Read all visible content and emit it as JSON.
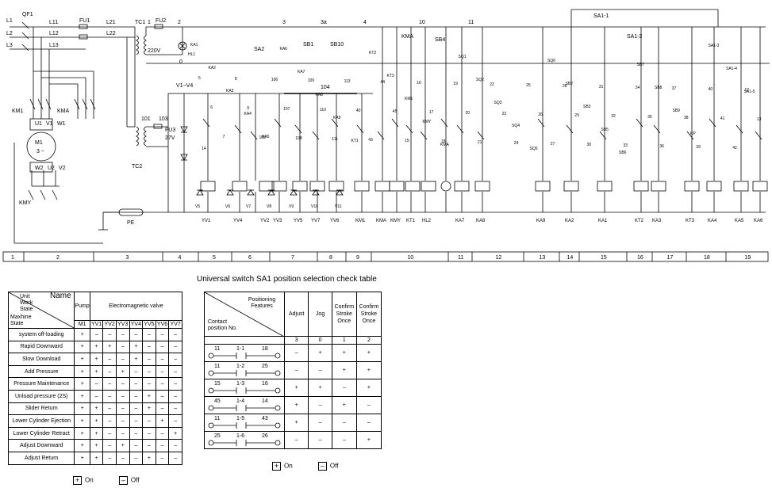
{
  "diagram": {
    "top_wires": [
      "L1",
      "L2",
      "L3",
      "QF1",
      "L11",
      "L12",
      "L13",
      "FU1",
      "L21",
      "L22",
      "TC1",
      "FU2",
      "1",
      "2",
      "HL1",
      "0",
      "220V",
      "3",
      "3a",
      "4",
      "10",
      "11",
      "SA2",
      "SB1",
      "SB10",
      "SB4",
      "KMA",
      "SA1-1",
      "SA1-2"
    ],
    "motor": {
      "label": "M1",
      "sub": "3 ~",
      "terminals": [
        "U1",
        "V1",
        "W1",
        "U2",
        "V2",
        "W2"
      ],
      "contactors": [
        "KM1",
        "KMA",
        "KMY"
      ]
    },
    "transformer2": {
      "labels": [
        "TC2",
        "101",
        "103",
        "FU3",
        "27V",
        "V1~V4",
        "104"
      ]
    },
    "contact_labels": [
      "KA1",
      "KA2",
      "KA3",
      "KA4",
      "KA5",
      "KA6",
      "KA7",
      "KA8",
      "KA9",
      "KT1",
      "KT2",
      "KT3",
      "KM1",
      "KMY",
      "KMA",
      "SQ1",
      "SQ2",
      "SQ3",
      "SQ4",
      "SQ5",
      "SQ6",
      "SB2",
      "SB3",
      "SB5",
      "SB6",
      "SB7",
      "SB8",
      "SB9",
      "KP",
      "SA1-3",
      "SA1-4",
      "SA1-5"
    ],
    "wire_numbers": [
      "5",
      "6",
      "7",
      "8",
      "9",
      "105",
      "106",
      "107",
      "108",
      "109",
      "110",
      "111",
      "113",
      "40",
      "43",
      "44",
      "45",
      "15",
      "16",
      "17",
      "18",
      "19",
      "20",
      "21",
      "22",
      "23",
      "24",
      "25",
      "26",
      "27",
      "28",
      "29",
      "30",
      "31",
      "32",
      "33",
      "34",
      "35",
      "36",
      "37",
      "38",
      "39",
      "40",
      "41",
      "42",
      "12",
      "13",
      "14"
    ],
    "diodes": [
      "V5",
      "V6",
      "V7",
      "V8",
      "V9",
      "V10",
      "V11"
    ],
    "bottom_coils": [
      "YV1",
      "YV4",
      "YV2",
      "YV3",
      "YV5",
      "YV7",
      "YV6",
      "KM1",
      "KMA",
      "KMY",
      "KT1",
      "HL2",
      "KA7",
      "KA8",
      "KA9",
      "KA2",
      "KA1",
      "KT2",
      "KA3",
      "KT3",
      "KA4",
      "KA5",
      "KA6"
    ],
    "pe_label": "PE",
    "columns": [
      "1",
      "2",
      "3",
      "4",
      "5",
      "6",
      "7",
      "8",
      "9",
      "10",
      "11",
      "12",
      "13",
      "14",
      "15",
      "16",
      "17",
      "18",
      "19"
    ]
  },
  "left_table": {
    "corner_unit": "Unit",
    "corner_work": "Work",
    "corner_state": "State",
    "corner_name": "Name",
    "corner_machine": "Maxhine",
    "corner_state2": "State",
    "pump_header": "Pump",
    "valve_header": "Electromagnetic valve",
    "sub_headers": [
      "M1",
      "YV1",
      "YV2",
      "YV3",
      "YV4",
      "YV5",
      "YV6",
      "YV7"
    ],
    "rows": [
      {
        "name": "system off-loading",
        "vals": [
          "+",
          "–",
          "–",
          "–",
          "–",
          "–",
          "–",
          "–"
        ]
      },
      {
        "name": "Rapid Downward",
        "vals": [
          "+",
          "+",
          "+",
          "–",
          "+",
          "–",
          "–",
          "–"
        ]
      },
      {
        "name": "Slow Download",
        "vals": [
          "+",
          "+",
          "–",
          "–",
          "+",
          "–",
          "–",
          "–"
        ]
      },
      {
        "name": "Add Pressure",
        "vals": [
          "+",
          "+",
          "–",
          "+",
          "–",
          "–",
          "–",
          "–"
        ]
      },
      {
        "name": "Pressure Maintenance",
        "vals": [
          "+",
          "–",
          "–",
          "–",
          "–",
          "–",
          "–",
          "–"
        ]
      },
      {
        "name": "Unload pressure (2S)",
        "vals": [
          "+",
          "–",
          "–",
          "–",
          "–",
          "+",
          "–",
          "–"
        ]
      },
      {
        "name": "Slider Return",
        "vals": [
          "+",
          "+",
          "–",
          "–",
          "–",
          "+",
          "–",
          "–"
        ]
      },
      {
        "name": "Lower Cylinder Ejection",
        "vals": [
          "+",
          "+",
          "–",
          "–",
          "–",
          "–",
          "+",
          "–"
        ]
      },
      {
        "name": "Lower Cylinder Retract",
        "vals": [
          "+",
          "+",
          "–",
          "–",
          "–",
          "–",
          "–",
          "+"
        ]
      },
      {
        "name": "Adjust Downward",
        "vals": [
          "+",
          "+",
          "–",
          "+",
          "–",
          "–",
          "–",
          "–"
        ]
      },
      {
        "name": "Adjust Return",
        "vals": [
          "+",
          "+",
          "–",
          "–",
          "–",
          "+",
          "–",
          "–"
        ]
      }
    ],
    "legend_on": "On",
    "legend_off": "Off"
  },
  "right_table": {
    "title": "Universal switch SA1 position selection check table",
    "corner_top": "Positioning Features",
    "corner_bottom": "Contact position No.",
    "headers": [
      "Adjust",
      "Jog",
      "Confirm Stroke Once",
      "Confirm Stroke Once"
    ],
    "positions": [
      "3",
      "0",
      "1",
      "2"
    ],
    "rows": [
      {
        "a": "11",
        "mid": "1-1",
        "b": "18",
        "vals": [
          "–",
          "+",
          "+",
          "+"
        ]
      },
      {
        "a": "11",
        "mid": "1-2",
        "b": "25",
        "vals": [
          "–",
          "–",
          "+",
          "+"
        ]
      },
      {
        "a": "15",
        "mid": "1-3",
        "b": "16",
        "vals": [
          "+",
          "+",
          "–",
          "+"
        ]
      },
      {
        "a": "45",
        "mid": "1-4",
        "b": "14",
        "vals": [
          "+",
          "–",
          "+",
          "–"
        ]
      },
      {
        "a": "11",
        "mid": "1-5",
        "b": "43",
        "vals": [
          "+",
          "–",
          "–",
          "–"
        ]
      },
      {
        "a": "25",
        "mid": "1-6",
        "b": "26",
        "vals": [
          "–",
          "–",
          "–",
          "+"
        ]
      }
    ],
    "legend_on": "On",
    "legend_off": "Off"
  },
  "icons": {
    "on": "plus-box-icon",
    "off": "minus-box-icon"
  }
}
